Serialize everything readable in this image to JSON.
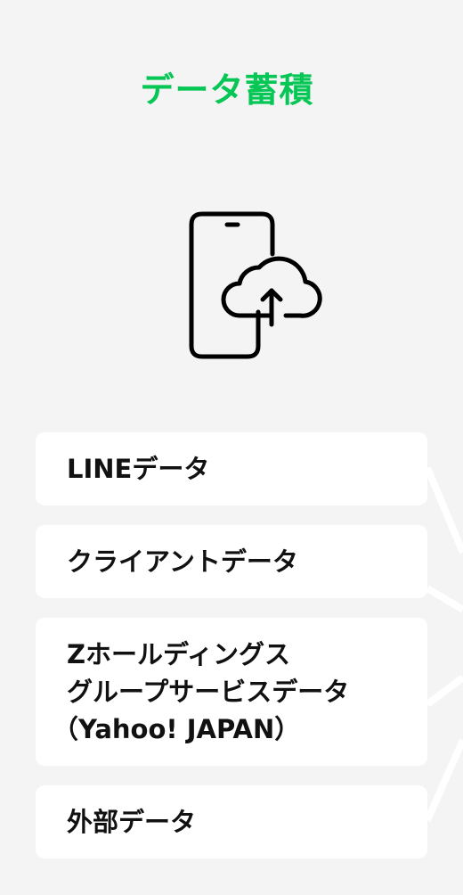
{
  "header": {
    "title": "データ蓄積"
  },
  "illustration": {
    "icon": "phone-cloud-upload-icon"
  },
  "sources": [
    {
      "lines": [
        "LINEデータ"
      ]
    },
    {
      "lines": [
        "クライアントデータ"
      ]
    },
    {
      "lines": [
        "Zホールディングス",
        "グループサービスデータ",
        "（Yahoo! JAPAN）"
      ]
    },
    {
      "lines": [
        "外部データ"
      ]
    }
  ],
  "colors": {
    "accent": "#06c755",
    "background": "#f4f4f4",
    "card": "#ffffff",
    "text": "#111111",
    "icon": "#000000"
  }
}
